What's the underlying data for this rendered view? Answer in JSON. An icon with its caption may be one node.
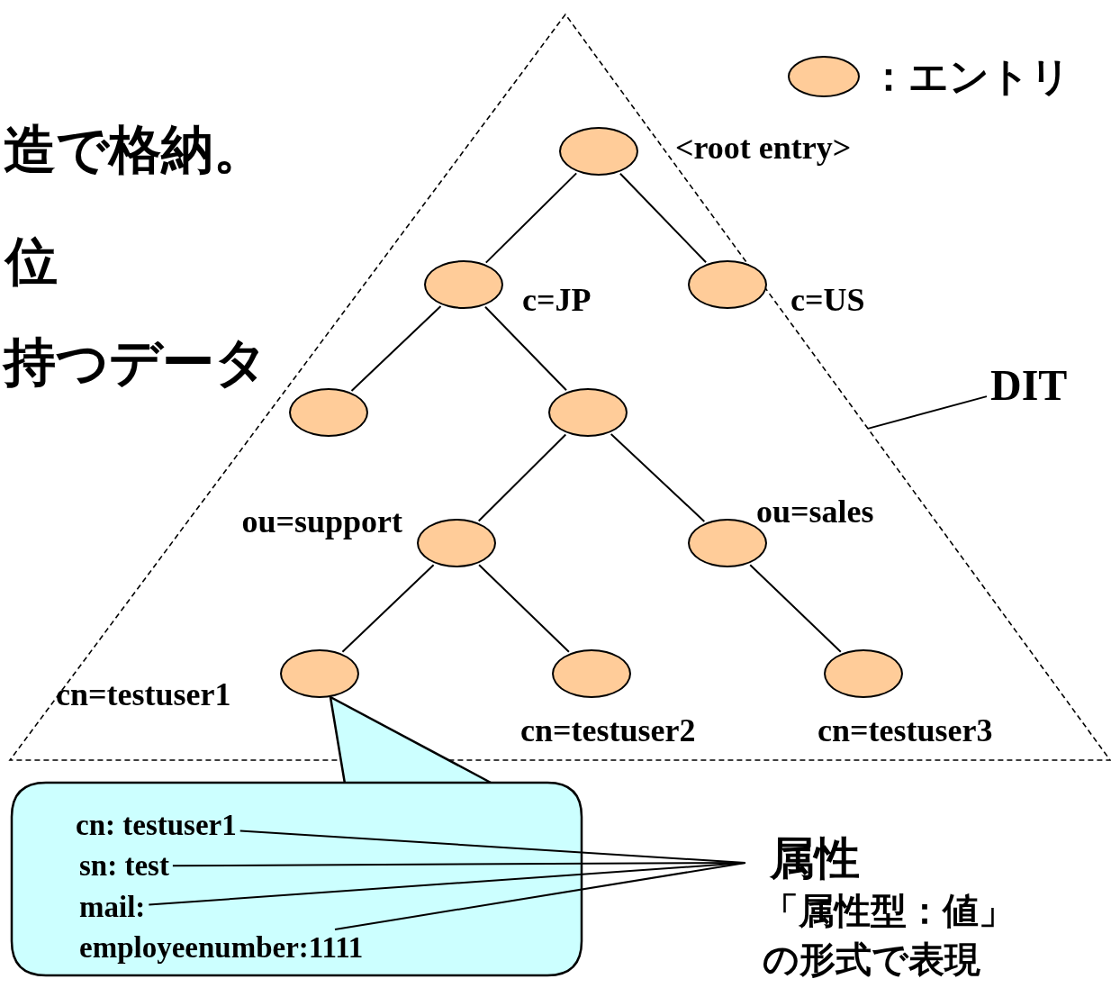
{
  "diagram": {
    "nodes": [
      {
        "text": [],
        "shape": "triangle"
      },
      {
        "text": [],
        "shape": "ellipse",
        "beside": [
          "<root entry>"
        ],
        "in": 0
      },
      {
        "text": [],
        "shape": "ellipse",
        "beside": [
          "c=JP"
        ],
        "in": 0
      },
      {
        "text": [],
        "shape": "ellipse",
        "beside": [
          "c=US"
        ],
        "in": 0
      },
      {
        "text": [],
        "shape": "ellipse",
        "in": 0
      },
      {
        "text": [],
        "shape": "ellipse",
        "in": 0
      },
      {
        "text": [],
        "shape": "ellipse",
        "beside": [
          "ou=support"
        ],
        "in": 0
      },
      {
        "text": [],
        "shape": "ellipse",
        "beside": [
          "ou=sales"
        ],
        "in": 0
      },
      {
        "text": [],
        "shape": "ellipse",
        "beside": [
          "cn=testuser1"
        ],
        "in": 0
      },
      {
        "text": [],
        "shape": "ellipse",
        "beside": [
          "cn=testuser2"
        ],
        "in": 0
      },
      {
        "text": [],
        "shape": "ellipse",
        "beside": [
          "cn=testuser3"
        ],
        "in": 0
      },
      {
        "text": [
          "DIT"
        ]
      },
      {
        "text": [],
        "shape": "callout"
      },
      {
        "text": [
          "cn: testuser1"
        ],
        "in": 12
      },
      {
        "text": [
          "sn: test"
        ],
        "in": 12
      },
      {
        "text": [
          "mail:"
        ],
        "in": 12
      },
      {
        "text": [
          "employeenumber:1111"
        ],
        "in": 12
      },
      {
        "text": [
          "属性",
          "「属性型：値」の形式で表現"
        ]
      }
    ],
    "edges": [
      {
        "from": 1,
        "to": 2,
        "arrow": "none"
      },
      {
        "from": 1,
        "to": 3,
        "arrow": "none"
      },
      {
        "from": 2,
        "to": 4,
        "arrow": "none"
      },
      {
        "from": 2,
        "to": 5,
        "arrow": "none"
      },
      {
        "from": 5,
        "to": 6,
        "arrow": "none"
      },
      {
        "from": 5,
        "to": 7,
        "arrow": "none"
      },
      {
        "from": 6,
        "to": 8,
        "arrow": "none"
      },
      {
        "from": 6,
        "to": 9,
        "arrow": "none"
      },
      {
        "from": 7,
        "to": 10,
        "arrow": "none"
      },
      {
        "from": 11,
        "to": 0,
        "arrow": "none"
      },
      {
        "from": 17,
        "to": 13,
        "arrow": "none"
      },
      {
        "from": 17,
        "to": 14,
        "arrow": "none"
      },
      {
        "from": 17,
        "to": 15,
        "arrow": "none"
      },
      {
        "from": 17,
        "to": 16,
        "arrow": "none"
      }
    ],
    "labels": [
      "造で格納。",
      "位",
      "持つデータ"
    ],
    "legend": [
      {
        "text": "：エントリ",
        "color": "#ffcc99"
      }
    ]
  }
}
